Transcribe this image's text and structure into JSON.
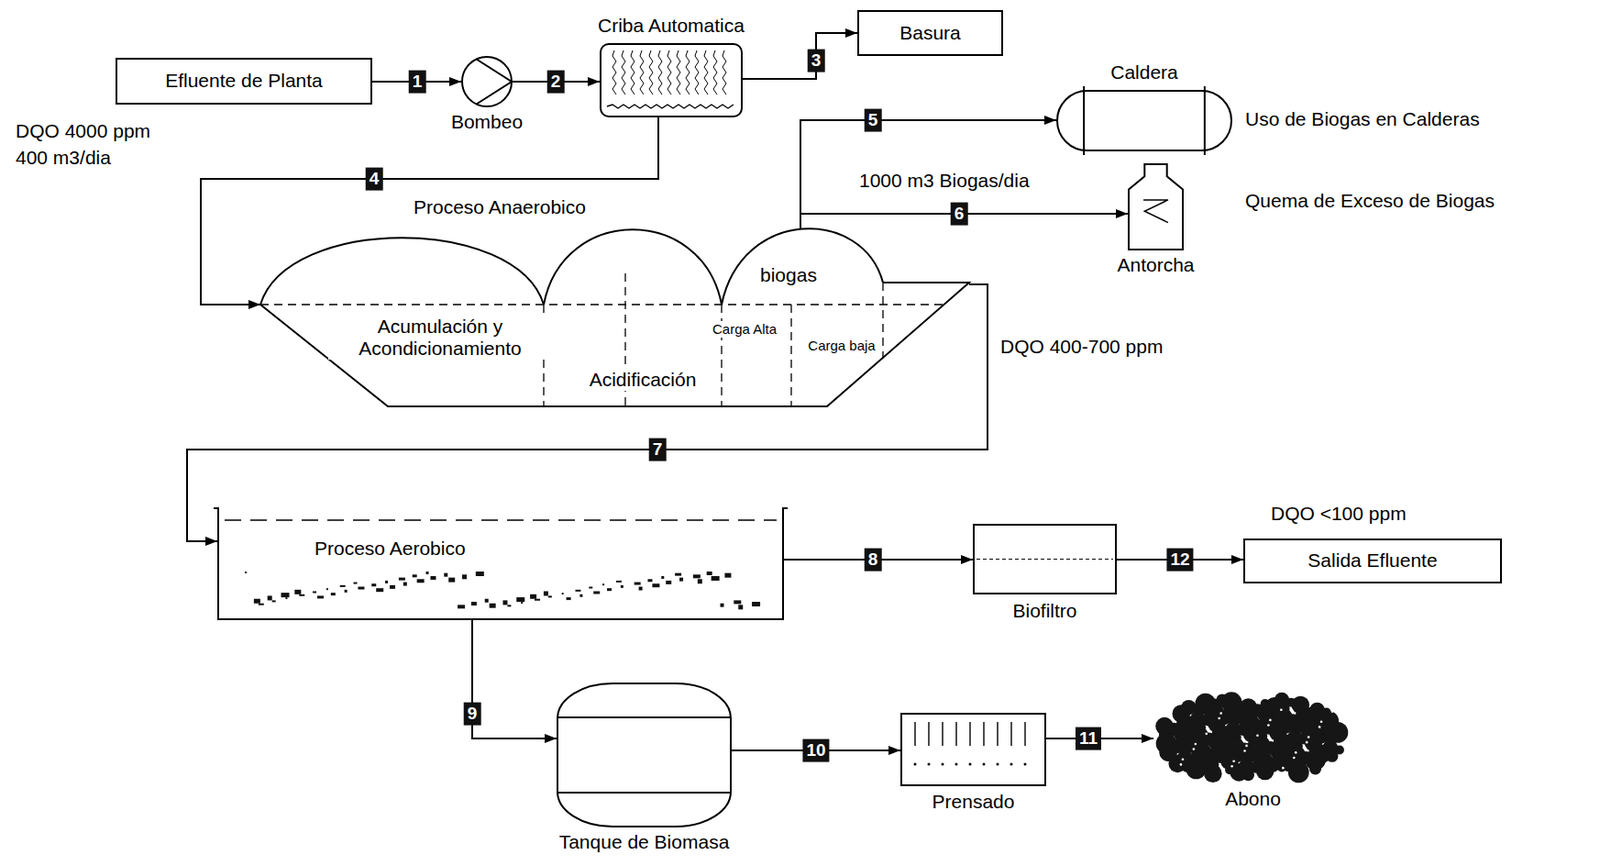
{
  "diagram": {
    "nodes": [
      {
        "text": [
          "Efluente de Planta"
        ]
      },
      {
        "text": [
          "Bombeo"
        ]
      },
      {
        "text": [
          "Criba Automatica"
        ]
      },
      {
        "text": [
          "Basura"
        ]
      },
      {
        "text": [
          "Caldera"
        ]
      },
      {
        "text": [
          "Antorcha"
        ]
      },
      {
        "text": [
          "Proceso Anaerobico"
        ]
      },
      {
        "text": [
          "Acumulación y Acondicionamiento"
        ],
        "in": 6
      },
      {
        "text": [
          "Acidificación"
        ],
        "in": 6
      },
      {
        "text": [
          "Carga Alta"
        ],
        "in": 6
      },
      {
        "text": [
          "Carga baja"
        ],
        "in": 6
      },
      {
        "text": [
          "Proceso Aerobico"
        ]
      },
      {
        "text": [
          "Biofiltro"
        ]
      },
      {
        "text": [
          "Salida Efluente"
        ]
      },
      {
        "text": [
          "Tanque de Biomasa"
        ]
      },
      {
        "text": [
          "Prensado"
        ]
      },
      {
        "text": [
          "Abono"
        ]
      }
    ],
    "edges": [
      {
        "from": 0,
        "to": 1,
        "arrow": "to",
        "label": "1"
      },
      {
        "from": 1,
        "to": 2,
        "arrow": "to",
        "label": "2"
      },
      {
        "from": 2,
        "to": 3,
        "arrow": "to",
        "label": "3"
      },
      {
        "from": 2,
        "to": 6,
        "arrow": "to",
        "label": "4"
      },
      {
        "from": 6,
        "to": 4,
        "arrow": "to",
        "label": "5"
      },
      {
        "from": 6,
        "to": 5,
        "arrow": "to",
        "label": "6"
      },
      {
        "from": 6,
        "to": 11,
        "arrow": "to",
        "label": "7"
      },
      {
        "from": 11,
        "to": 12,
        "arrow": "to",
        "label": "8"
      },
      {
        "from": 12,
        "to": 13,
        "arrow": "to",
        "label": "12"
      },
      {
        "from": 11,
        "to": 14,
        "arrow": "to",
        "label": "9"
      },
      {
        "from": 14,
        "to": 15,
        "arrow": "to",
        "label": "10"
      },
      {
        "from": 15,
        "to": 16,
        "arrow": "to",
        "label": "11"
      }
    ],
    "labels": [
      "DQO 4000 ppm",
      "400 m3/dia",
      "Uso de Biogas en Calderas",
      "1000 m3 Biogas/dia",
      "Quema de Exceso de Biogas",
      "biogas",
      "DQO 400-700 ppm",
      "DQO <100 ppm"
    ]
  }
}
